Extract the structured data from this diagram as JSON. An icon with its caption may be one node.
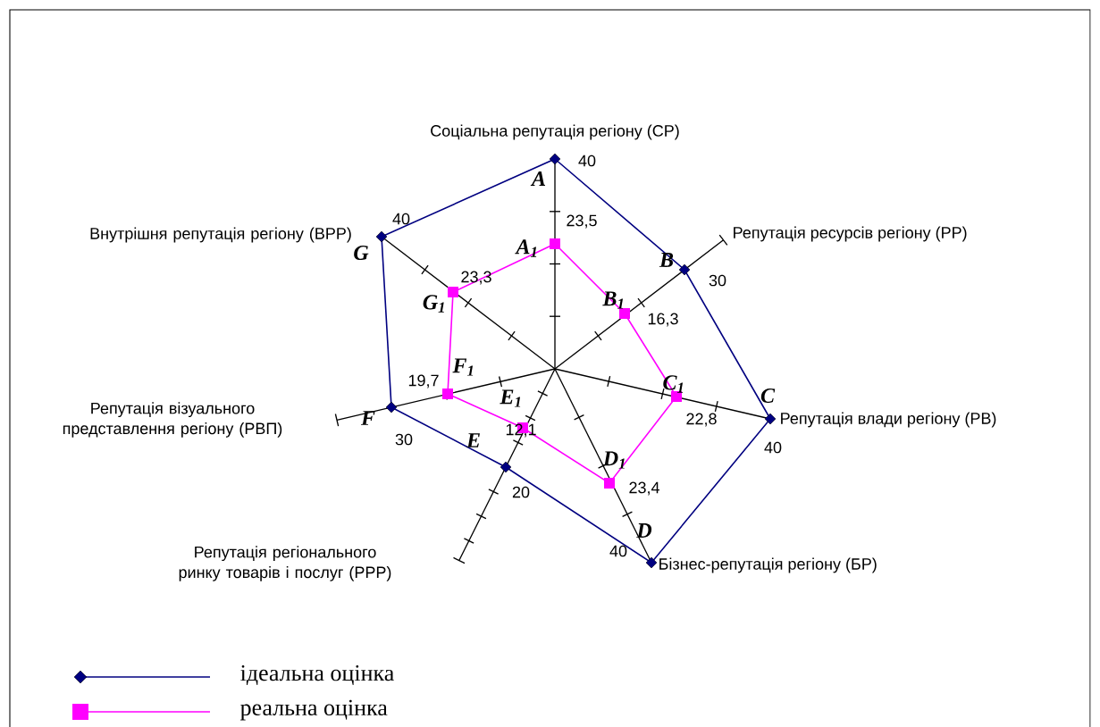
{
  "diagram": {
    "labels": [
      "Соціальна репутація регіону (СР)",
      "40",
      "A",
      "Внутрішня репутація регіону (ВРР)",
      "40",
      "23,5",
      "Репутація ресурсів регіону (РР)",
      "A$_{1}$",
      "G",
      "B",
      "30",
      "23,3",
      "G$_{1}$",
      "B$_{1}$",
      "16,3",
      "F$_{1}$",
      "19,7",
      "C$_{1}$",
      "C",
      "Репутація візуального представлення регіону (РВП)",
      "F",
      "E$_{1}$",
      "12,1",
      "Репутація влади регіону (РВ)",
      "22,8",
      "30",
      "40",
      "E",
      "D$_{1}$",
      "23,4",
      "20",
      "D",
      "Репутація регіонального ринку товарів і послуг (РРР)",
      "40",
      "Бізнес-репутація регіону (БР)"
    ],
    "legend": [
      {
        "text": "ідеальна оцінка"
      },
      {
        "text": "реальна оцінка"
      }
    ]
  }
}
